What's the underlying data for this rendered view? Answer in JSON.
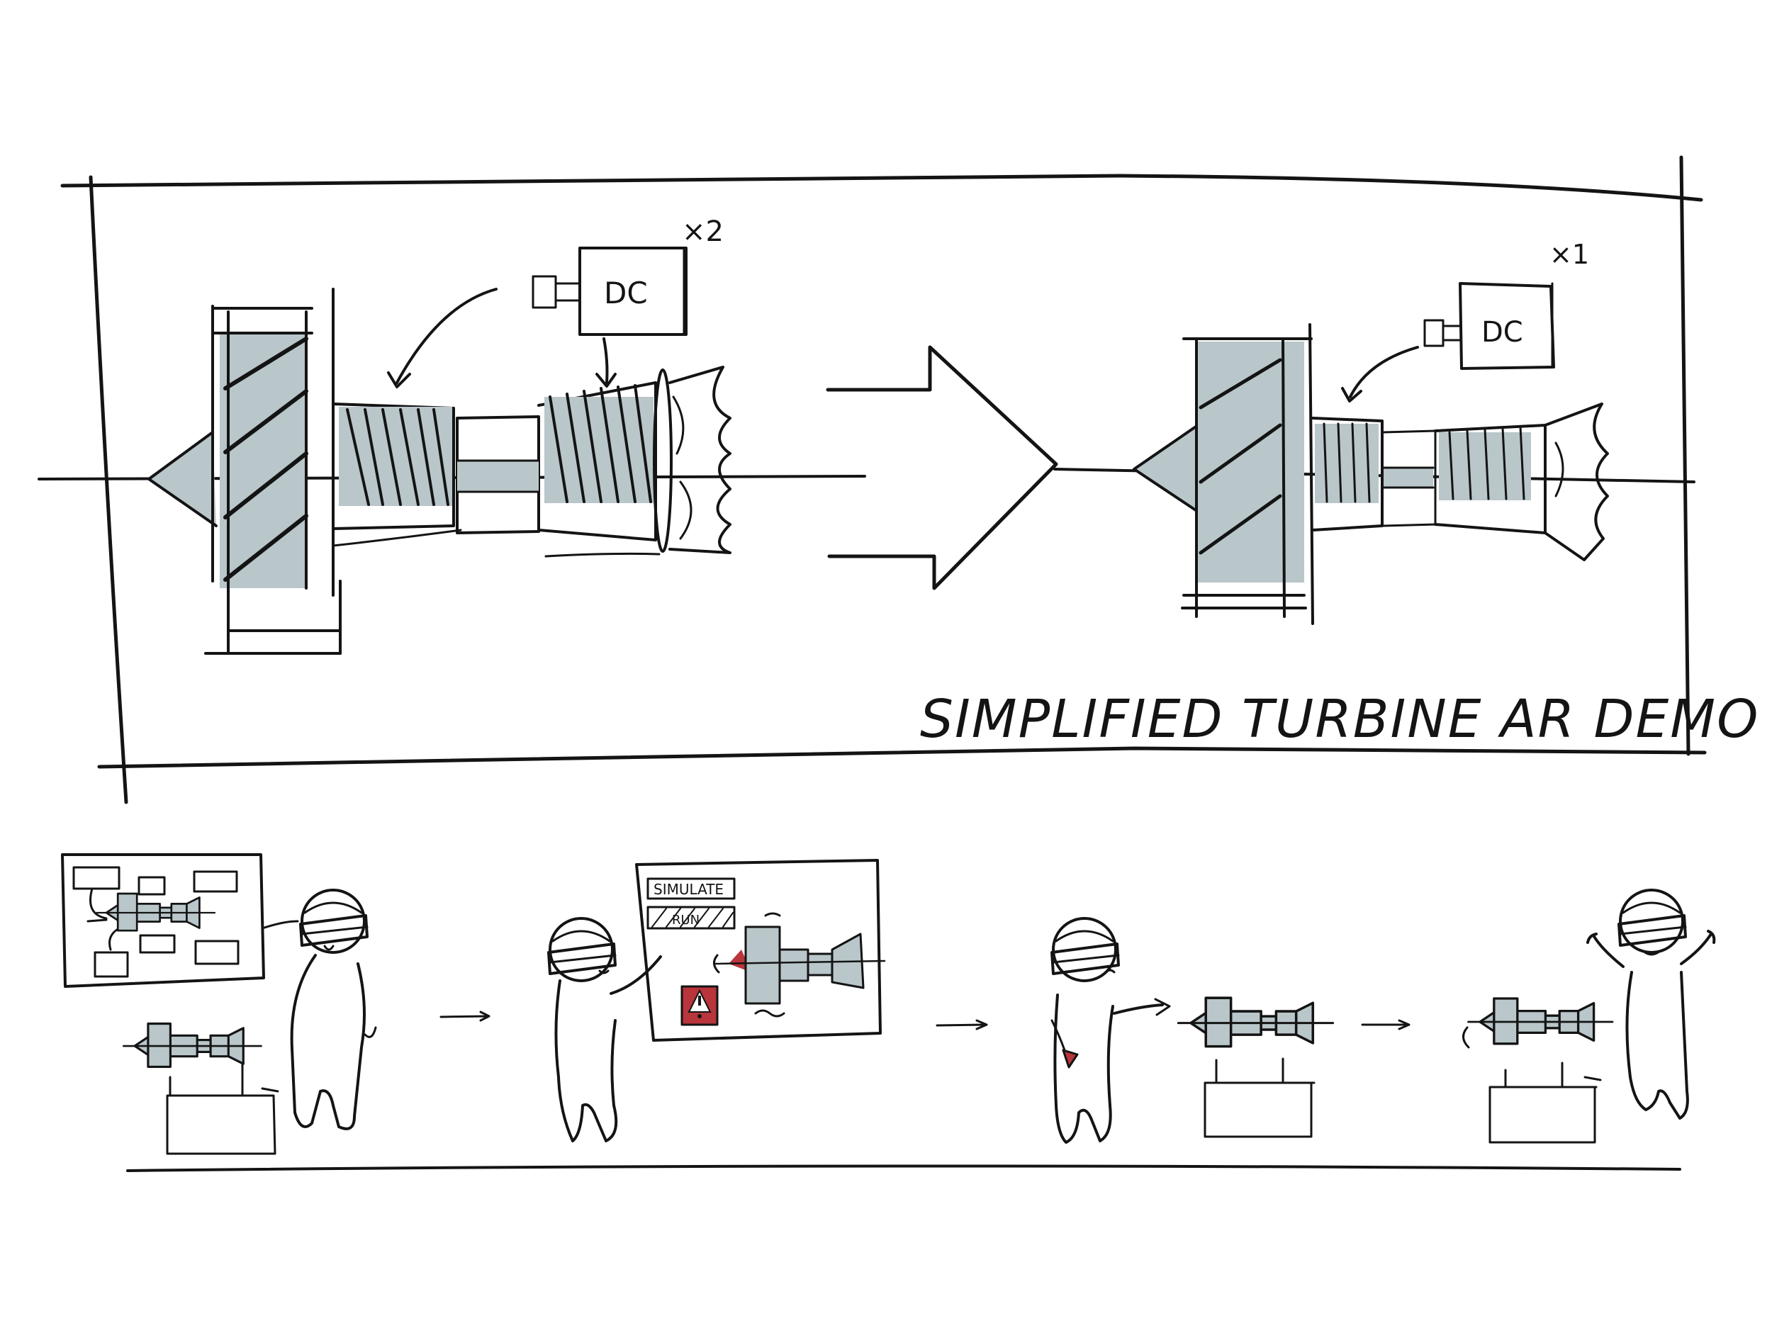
{
  "title": "SIMPLIFIED TURBINE AR DEMO",
  "before": {
    "dc_label": "DC",
    "multiplier": "×2"
  },
  "after": {
    "dc_label": "DC",
    "multiplier": "×1"
  },
  "storyboard": {
    "panel2": {
      "simulate_label": "SIMULATE",
      "run_label": "RUN"
    }
  },
  "colors": {
    "ink": "#141414",
    "turbine_fill": "#b9c6ca",
    "alert_fill": "#b8353c",
    "background": "#ffffff"
  },
  "icons": [
    "ar-headset-icon",
    "warning-icon",
    "process-arrow-icon"
  ]
}
